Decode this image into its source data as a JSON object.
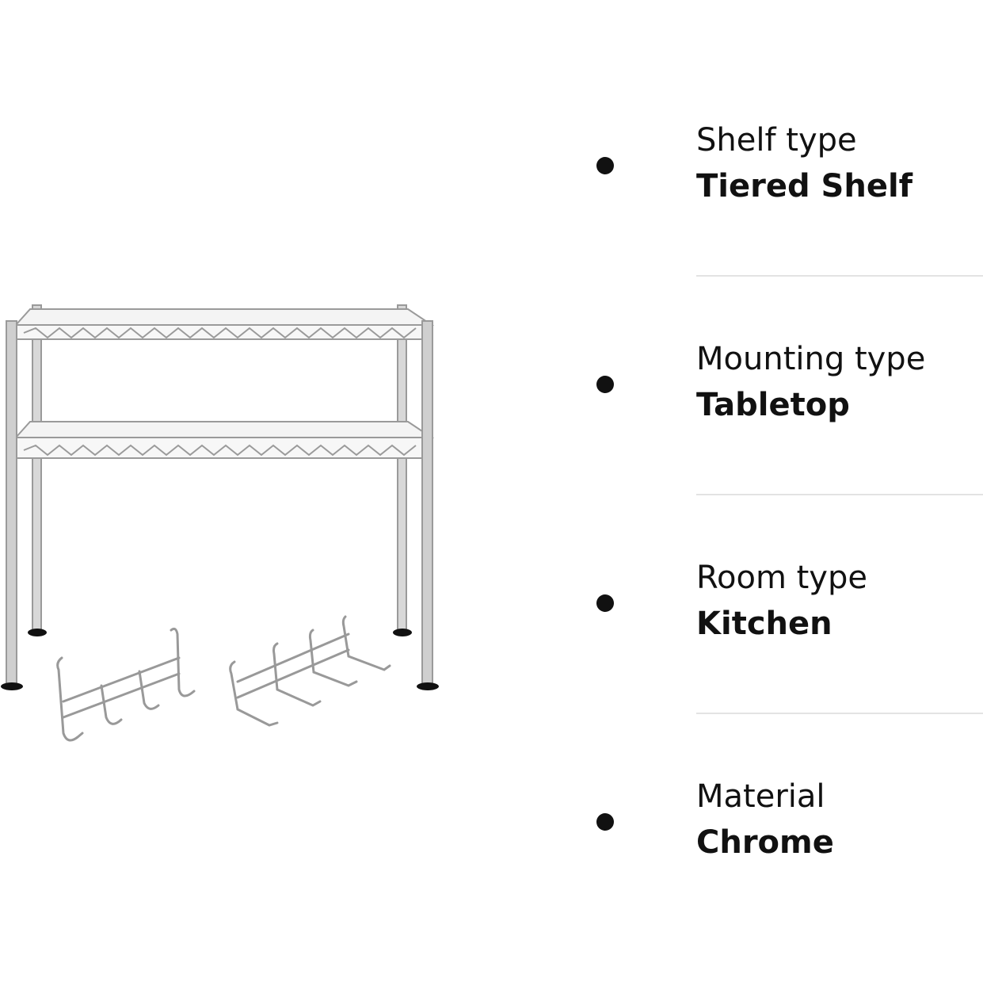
{
  "specs": [
    {
      "label": "Shelf type",
      "value": "Tiered Shelf"
    },
    {
      "label": "Mounting type",
      "value": "Tabletop"
    },
    {
      "label": "Room type",
      "value": "Kitchen"
    },
    {
      "label": "Material",
      "value": "Chrome"
    }
  ],
  "colors": {
    "text": "#111111",
    "divider": "#e3e3e3",
    "chrome": "#a9a9a9"
  }
}
